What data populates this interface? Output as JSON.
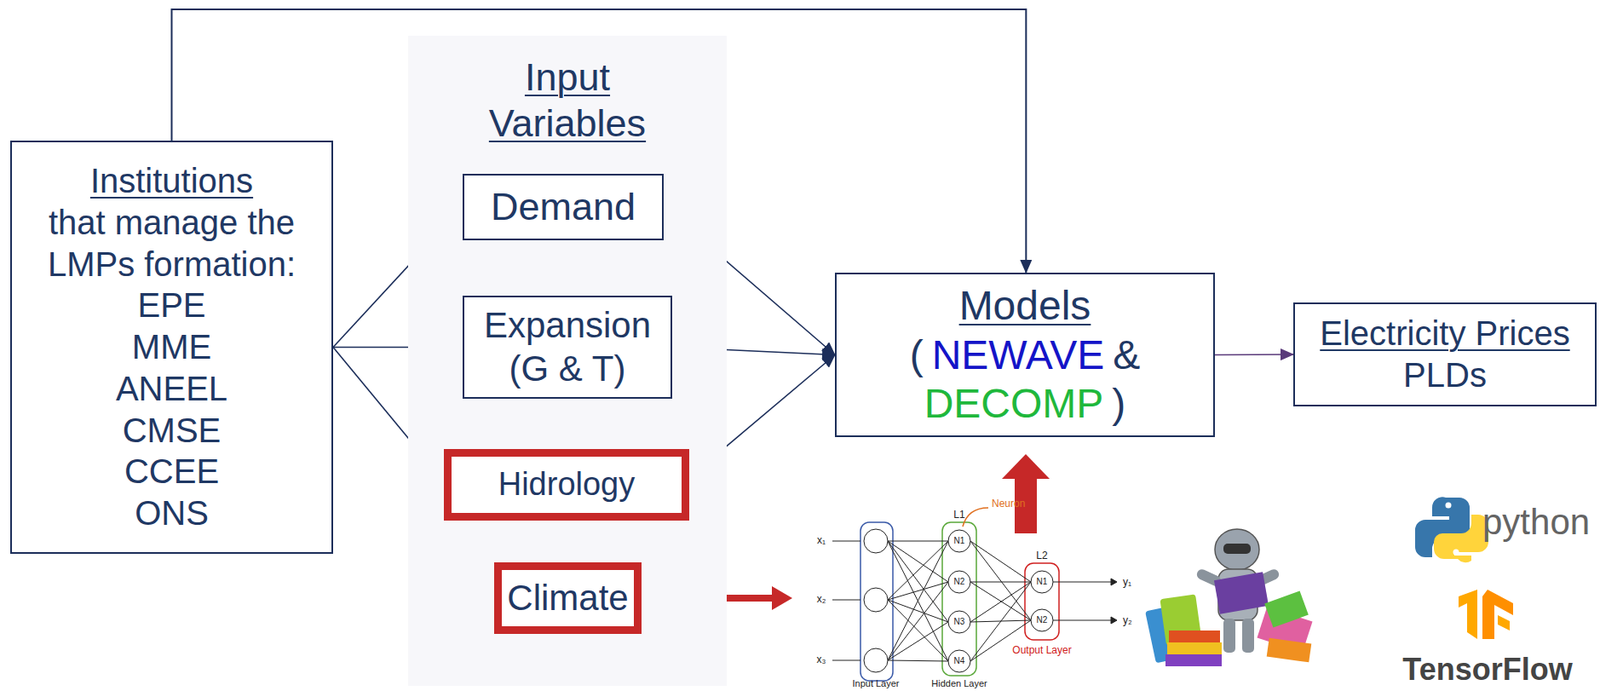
{
  "diagram": {
    "nodes": [
      {
        "text": [
          "Institutions",
          "that manage the LMPs formation:",
          "EPE",
          "MME",
          "ANEEL",
          "CMSE",
          "CCEE",
          "ONS"
        ]
      },
      {
        "text": [
          "Input Variables"
        ]
      },
      {
        "text": [
          "Demand"
        ],
        "in": 1
      },
      {
        "text": [
          "Expansion (G & T)"
        ],
        "in": 1
      },
      {
        "text": [
          "Hidrology"
        ],
        "in": 1
      },
      {
        "text": [
          "Climate"
        ],
        "in": 1
      },
      {
        "text": [
          "Models",
          "(",
          "NEWAVE",
          "&",
          "DECOMP",
          ")"
        ]
      },
      {
        "text": [
          "Electricity Prices",
          "PLDs"
        ]
      }
    ],
    "edges": [
      {
        "from": 0,
        "to": 2,
        "arrow": "to"
      },
      {
        "from": 0,
        "to": 3,
        "arrow": "to"
      },
      {
        "from": 0,
        "to": 4,
        "arrow": "to"
      },
      {
        "from": 0,
        "to": 6,
        "arrow": "to"
      },
      {
        "from": 2,
        "to": 6,
        "arrow": "to"
      },
      {
        "from": 3,
        "to": 6,
        "arrow": "to"
      },
      {
        "from": 4,
        "to": 6,
        "arrow": "to"
      },
      {
        "from": 6,
        "to": 7,
        "arrow": "to"
      },
      {
        "from": 5,
        "to": 4,
        "arrow": "to"
      }
    ],
    "labels": [
      "x₁",
      "x₂",
      "x₃",
      "L1",
      "Neuron",
      "N1",
      "N2",
      "N3",
      "N4",
      "L2",
      "N1",
      "N2",
      "y₁",
      "y₂",
      "Output Layer",
      "Input Layer",
      "Hidden Layer",
      "python",
      "TensorFlow"
    ]
  }
}
